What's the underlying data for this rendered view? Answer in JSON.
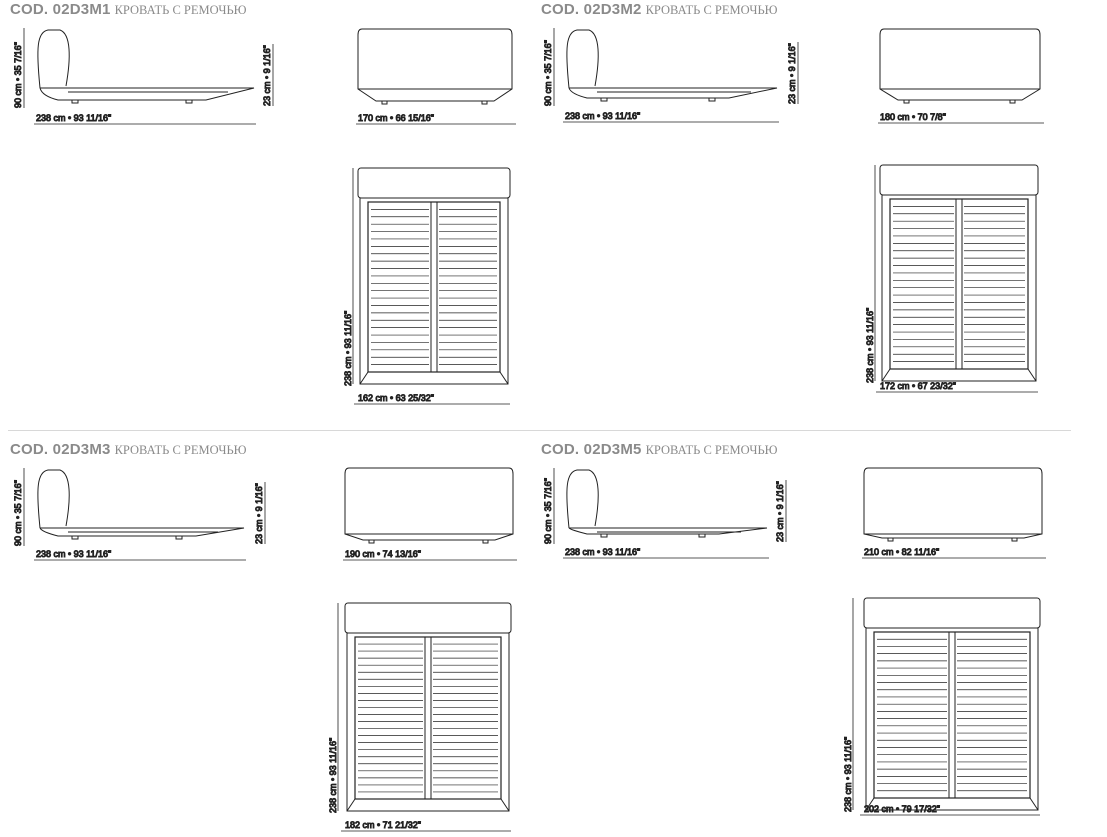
{
  "colors": {
    "title": "#8a8a8a",
    "line": "#222222",
    "divider": "#d8d8d8"
  },
  "models": [
    {
      "code": "COD. 02D3M1",
      "description": "КРОВАТЬ С РЕМОЧЬЮ",
      "side": {
        "height": "90 cm • 35 7/16\"",
        "frame_height": "23 cm • 9 1/16\"",
        "length": "238 cm • 93 11/16\""
      },
      "front": {
        "width": "170 cm • 66 15/16\""
      },
      "top": {
        "length": "238 cm • 93 11/16\"",
        "width": "162 cm • 63 25/32\""
      }
    },
    {
      "code": "COD. 02D3M2",
      "description": "КРОВАТЬ С РЕМОЧЬЮ",
      "side": {
        "height": "90 cm • 35 7/16\"",
        "frame_height": "23 cm • 9 1/16\"",
        "length": "238 cm • 93 11/16\""
      },
      "front": {
        "width": "180 cm • 70 7/8\""
      },
      "top": {
        "length": "238 cm • 93 11/16\"",
        "width": "172 cm • 67 23/32\""
      }
    },
    {
      "code": "COD. 02D3M3",
      "description": "КРОВАТЬ С РЕМОЧЬЮ",
      "side": {
        "height": "90 cm • 35 7/16\"",
        "frame_height": "23 cm • 9 1/16\"",
        "length": "238 cm • 93 11/16\""
      },
      "front": {
        "width": "190 cm • 74 13/16\""
      },
      "top": {
        "length": "238 cm • 93 11/16\"",
        "width": "182 cm • 71 21/32\""
      }
    },
    {
      "code": "COD. 02D3M5",
      "description": "КРОВАТЬ С РЕМОЧЬЮ",
      "side": {
        "height": "90 cm • 35 7/16\"",
        "frame_height": "23 cm • 9 1/16\"",
        "length": "238 cm • 93 11/16\""
      },
      "front": {
        "width": "210 cm • 82 11/16\""
      },
      "top": {
        "length": "238 cm • 93 11/16\"",
        "width": "202 cm • 79 17/32\""
      }
    }
  ]
}
